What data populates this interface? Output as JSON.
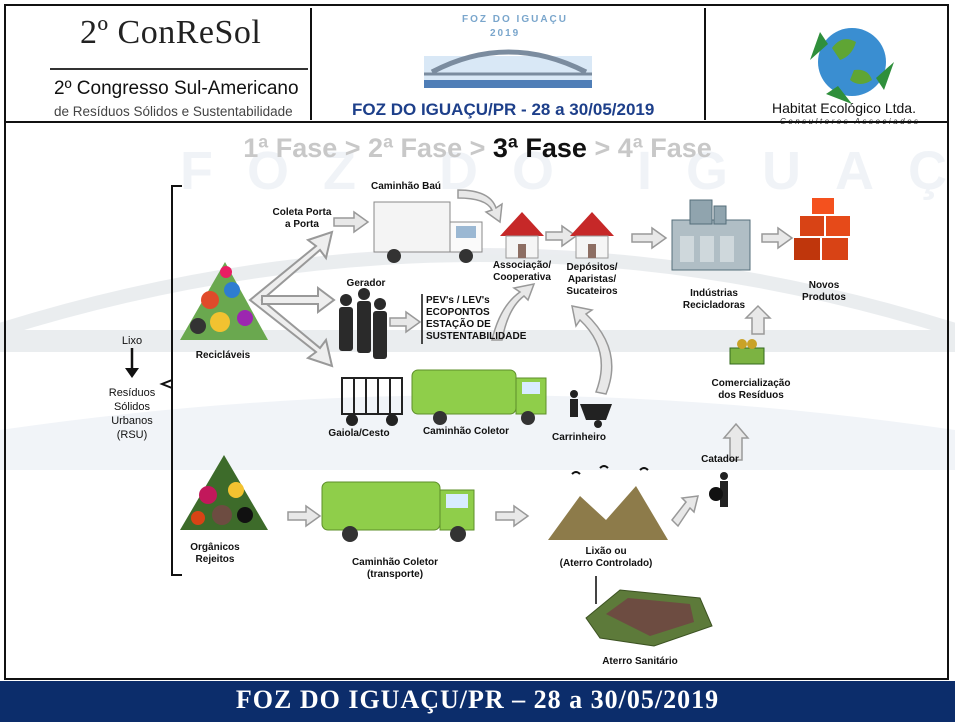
{
  "header": {
    "conresol_title": "2º ConReSol",
    "congress_line1": "2º Congresso Sul-Americano",
    "congress_line2": "de Resíduos Sólidos e Sustentabilidade",
    "banner_city": "FOZ DO IGUAÇU",
    "banner_year": "2019",
    "banner_date": "FOZ DO IGUAÇU/PR - 28 a 30/05/2019",
    "company_name": "Habitat  Ecológico Ltda.",
    "company_sub": "Consultores Associados"
  },
  "phases": {
    "p1": "1ª Fase",
    "sep1": " > ",
    "p2": "2ª Fase",
    "sep2": " > ",
    "p3": "3ª Fase",
    "sep3": " > ",
    "p4": "4ª Fase"
  },
  "diagram": {
    "lixo": "Lixo",
    "rsu_line1": "Resíduos",
    "rsu_line2": "Sólidos",
    "rsu_line3": "Urbanos",
    "rsu_line4": "(RSU)",
    "reciclaveis": "Recicláveis",
    "organicos_line1": "Orgânicos",
    "organicos_line2": "Rejeitos",
    "coleta_line1": "Coleta Porta",
    "coleta_line2": "a Porta",
    "caminhao_bau": "Caminhão Baú",
    "gerador": "Gerador",
    "pev_line1": "PEV's / LEV's",
    "pev_line2": "ECOPONTOS",
    "pev_line3": "ESTAÇÃO DE",
    "pev_line4": "SUSTENTABILIDADE",
    "associacao_line1": "Associação/",
    "associacao_line2": "Cooperativa",
    "depositos_line1": "Depósitos/",
    "depositos_line2": "Aparistas/",
    "depositos_line3": "Sucateiros",
    "industrias_line1": "Indústrias",
    "industrias_line2": "Recicladoras",
    "novos_line1": "Novos",
    "novos_line2": "Produtos",
    "gaiola": "Gaiola/Cesto",
    "caminhao_coletor": "Caminhão Coletor",
    "carrinheiro": "Carrinheiro",
    "comercializacao_line1": "Comercialização",
    "comercializacao_line2": "dos Resíduos",
    "catador": "Catador",
    "coletor_transporte_line1": "Caminhão Coletor",
    "coletor_transporte_line2": "(transporte)",
    "lixao_line1": "Lixão ou",
    "lixao_line2": "(Aterro Controlado)",
    "aterro": "Aterro Sanitário"
  },
  "watermark": "FOZ DO IGUAÇU",
  "footer": {
    "text": "FOZ DO IGUAÇU/PR – 28 a 30/05/2019"
  },
  "colors": {
    "footer_bg": "#0c2d6b",
    "banner_blue": "#1d3f8a",
    "truck_green": "#8fce4a",
    "house_red": "#c62828",
    "phase_inactive": "#c8c8c8"
  }
}
